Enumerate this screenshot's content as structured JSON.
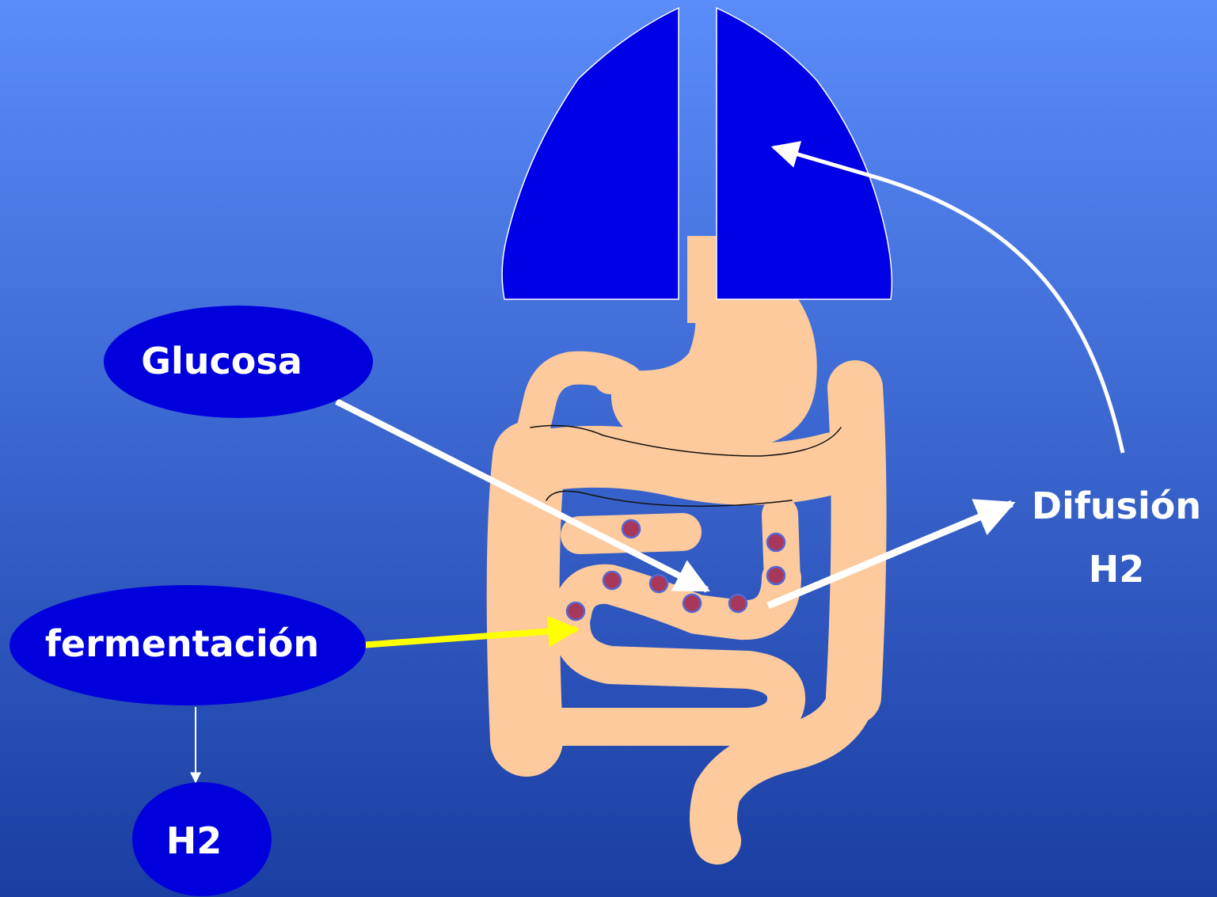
{
  "labels": {
    "glucosa": "Glucosa",
    "fermentacion": "fermentación",
    "h2_node": "H2",
    "difusion_line1": "Difusión",
    "difusion_line2": "H2"
  },
  "colors": {
    "background_top": "#5A8CFA",
    "background_bottom": "#1A3EA2",
    "node_fill": "#0000DD",
    "lung_fill": "#0000E6",
    "tissue": "#FCCA9C",
    "arrow": "#FFFFFF",
    "highlight_arrow": "#FFFF00",
    "bacteria": "#A8385A",
    "bacteria_outline": "#5566D6",
    "text": "#FFFFFF"
  },
  "icons": {
    "lungs": "lungs-icon",
    "digestive_tract": "intestine-icon",
    "bacteria": "bacteria-icon"
  }
}
